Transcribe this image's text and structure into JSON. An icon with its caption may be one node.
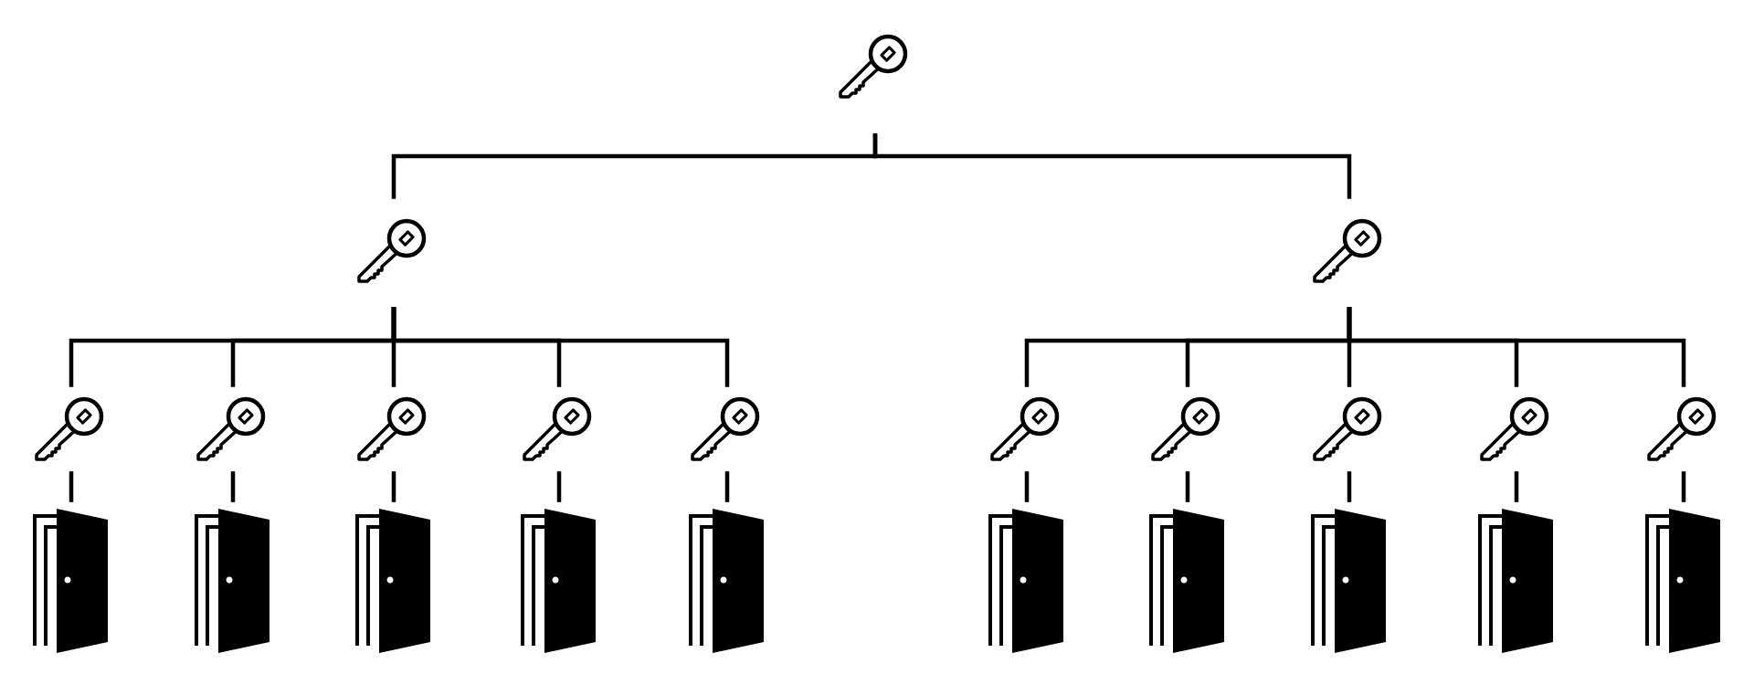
{
  "diagram": {
    "nodes": [
      {
        "text": [],
        "shape": "key"
      },
      {
        "text": [],
        "shape": "key"
      },
      {
        "text": [],
        "shape": "key"
      },
      {
        "text": [],
        "shape": "key"
      },
      {
        "text": [],
        "shape": "key"
      },
      {
        "text": [],
        "shape": "key"
      },
      {
        "text": [],
        "shape": "key"
      },
      {
        "text": [],
        "shape": "key"
      },
      {
        "text": [],
        "shape": "key"
      },
      {
        "text": [],
        "shape": "key"
      },
      {
        "text": [],
        "shape": "key"
      },
      {
        "text": [],
        "shape": "key"
      },
      {
        "text": [],
        "shape": "key"
      },
      {
        "text": [],
        "shape": "door"
      },
      {
        "text": [],
        "shape": "door"
      },
      {
        "text": [],
        "shape": "door"
      },
      {
        "text": [],
        "shape": "door"
      },
      {
        "text": [],
        "shape": "door"
      },
      {
        "text": [],
        "shape": "door"
      },
      {
        "text": [],
        "shape": "door"
      },
      {
        "text": [],
        "shape": "door"
      },
      {
        "text": [],
        "shape": "door"
      },
      {
        "text": [],
        "shape": "door"
      }
    ],
    "edges": [
      {
        "from": 0,
        "to": 1,
        "arrow": "none"
      },
      {
        "from": 0,
        "to": 2,
        "arrow": "none"
      },
      {
        "from": 1,
        "to": 3,
        "arrow": "none"
      },
      {
        "from": 1,
        "to": 4,
        "arrow": "none"
      },
      {
        "from": 1,
        "to": 5,
        "arrow": "none"
      },
      {
        "from": 1,
        "to": 6,
        "arrow": "none"
      },
      {
        "from": 1,
        "to": 7,
        "arrow": "none"
      },
      {
        "from": 2,
        "to": 8,
        "arrow": "none"
      },
      {
        "from": 2,
        "to": 9,
        "arrow": "none"
      },
      {
        "from": 2,
        "to": 10,
        "arrow": "none"
      },
      {
        "from": 2,
        "to": 11,
        "arrow": "none"
      },
      {
        "from": 2,
        "to": 12,
        "arrow": "none"
      },
      {
        "from": 3,
        "to": 13,
        "arrow": "none"
      },
      {
        "from": 4,
        "to": 14,
        "arrow": "none"
      },
      {
        "from": 5,
        "to": 15,
        "arrow": "none"
      },
      {
        "from": 6,
        "to": 16,
        "arrow": "none"
      },
      {
        "from": 7,
        "to": 17,
        "arrow": "none"
      },
      {
        "from": 8,
        "to": 18,
        "arrow": "none"
      },
      {
        "from": 9,
        "to": 19,
        "arrow": "none"
      },
      {
        "from": 10,
        "to": 20,
        "arrow": "none"
      },
      {
        "from": 11,
        "to": 21,
        "arrow": "none"
      },
      {
        "from": 12,
        "to": 22,
        "arrow": "none"
      }
    ]
  }
}
